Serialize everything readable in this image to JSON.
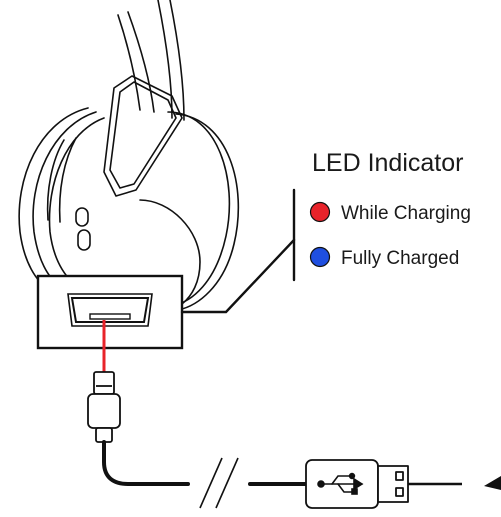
{
  "led_indicator": {
    "title": "LED Indicator",
    "items": [
      {
        "label": "While Charging",
        "color": "#e8232a"
      },
      {
        "label": "Fully Charged",
        "color": "#1f4fe0"
      }
    ]
  },
  "colors": {
    "line": "#111111",
    "cable_highlight": "#e8232a"
  },
  "icons": [
    "headphone-earcup",
    "micro-usb-port",
    "micro-usb-plug",
    "usb-a-plug",
    "usb-symbol-icon",
    "cable-break-mark"
  ]
}
